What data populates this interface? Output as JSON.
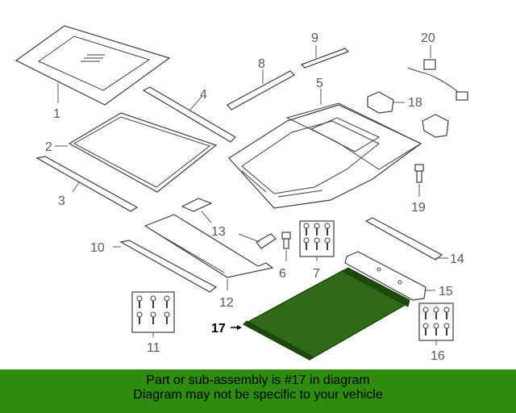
{
  "colors": {
    "highlight_part": "#2f6b16",
    "banner_background": "#2e8b0e",
    "line": "#3c3c3c",
    "callout_text": "#5a5a5a"
  },
  "callouts": {
    "c1": "1",
    "c2": "2",
    "c3": "3",
    "c4": "4",
    "c5": "5",
    "c6": "6",
    "c7": "7",
    "c8": "8",
    "c9": "9",
    "c10": "10",
    "c11": "11",
    "c12": "12",
    "c13": "13",
    "c14": "14",
    "c15": "15",
    "c16": "16",
    "c17": "17",
    "c18": "18",
    "c19": "19",
    "c20": "20"
  },
  "banner": {
    "line1": "Part or sub-assembly is #17 in diagram",
    "line2": "Diagram may not be specific to your vehicle"
  }
}
